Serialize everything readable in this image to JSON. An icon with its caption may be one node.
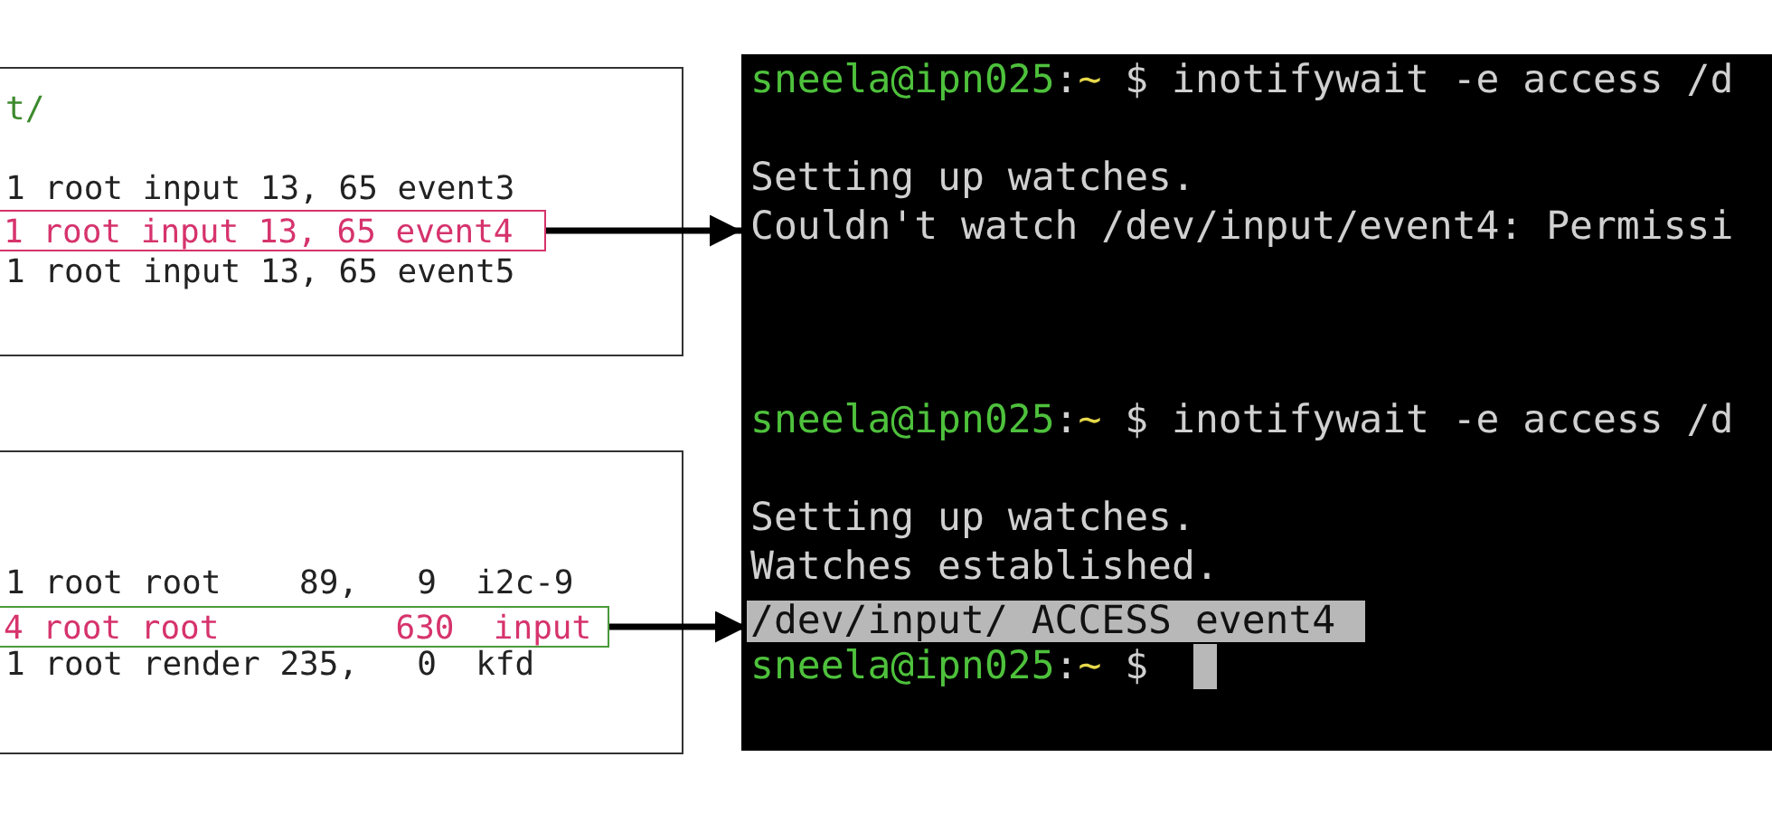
{
  "diagram": {
    "nodes": [
      {
        "text": [
          "t/",
          "1 root input 13, 65 event3",
          "1 root input 13, 65 event5"
        ]
      },
      {
        "text": [
          "1 root input 13, 65 event4"
        ],
        "in": 0
      },
      {
        "text": [
          "1 root root    89,   9  i2c-9",
          "1 root render 235,   0  kfd"
        ]
      },
      {
        "text": [
          "4 root root         630  input"
        ],
        "in": 2
      },
      {
        "text": [
          "sneela@ipn025:~ $ inotifywait -e access /d",
          "Setting up watches.",
          "Couldn't watch /dev/input/event4: Permissi",
          "sneela@ipn025:~ $ inotifywait -e access /d",
          "Setting up watches.",
          "Watches established.",
          "sneela@ipn025:~ $"
        ]
      },
      {
        "text": [
          "/dev/input/ ACCESS event4"
        ],
        "in": 4
      }
    ],
    "edges": [
      {
        "from": 1,
        "to": 4,
        "arrow": "to"
      },
      {
        "from": 3,
        "to": 5,
        "arrow": "to"
      }
    ]
  }
}
